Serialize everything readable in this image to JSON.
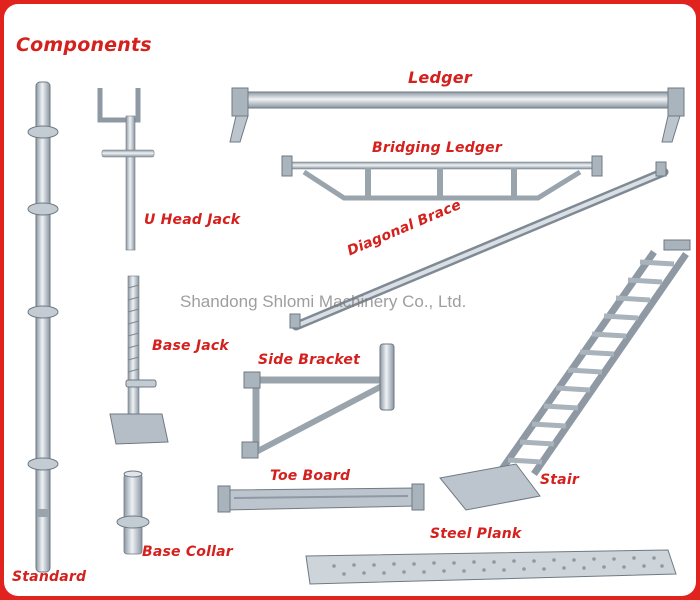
{
  "title": "Components",
  "components": {
    "ledger": "Ledger",
    "bridging_ledger": "Bridging Ledger",
    "u_head_jack": "U Head Jack",
    "diagonal_brace": "Diagonal Brace",
    "base_jack": "Base Jack",
    "side_bracket": "Side Bracket",
    "stair": "Stair",
    "toe_board": "Toe Board",
    "base_collar": "Base Collar",
    "steel_plank": "Steel Plank",
    "standard": "Standard"
  },
  "watermark": "Shandong Shlomi Machinery Co., Ltd.",
  "colors": {
    "border": "#e0231f",
    "label": "#d4211d",
    "steel": "#b9c3cc"
  }
}
